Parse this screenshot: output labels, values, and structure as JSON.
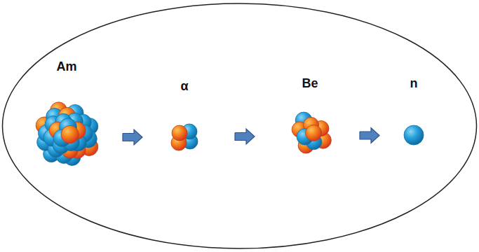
{
  "diagram": {
    "nodes": [
      {
        "text": [
          "Am"
        ]
      },
      {
        "text": [
          "α"
        ]
      },
      {
        "text": [
          "Be"
        ]
      },
      {
        "text": [
          "n"
        ]
      }
    ],
    "edges": [
      {
        "from": 0,
        "to": 1,
        "arrow": "to"
      },
      {
        "from": 1,
        "to": 2,
        "arrow": "to"
      },
      {
        "from": 2,
        "to": 3,
        "arrow": "to"
      }
    ]
  }
}
